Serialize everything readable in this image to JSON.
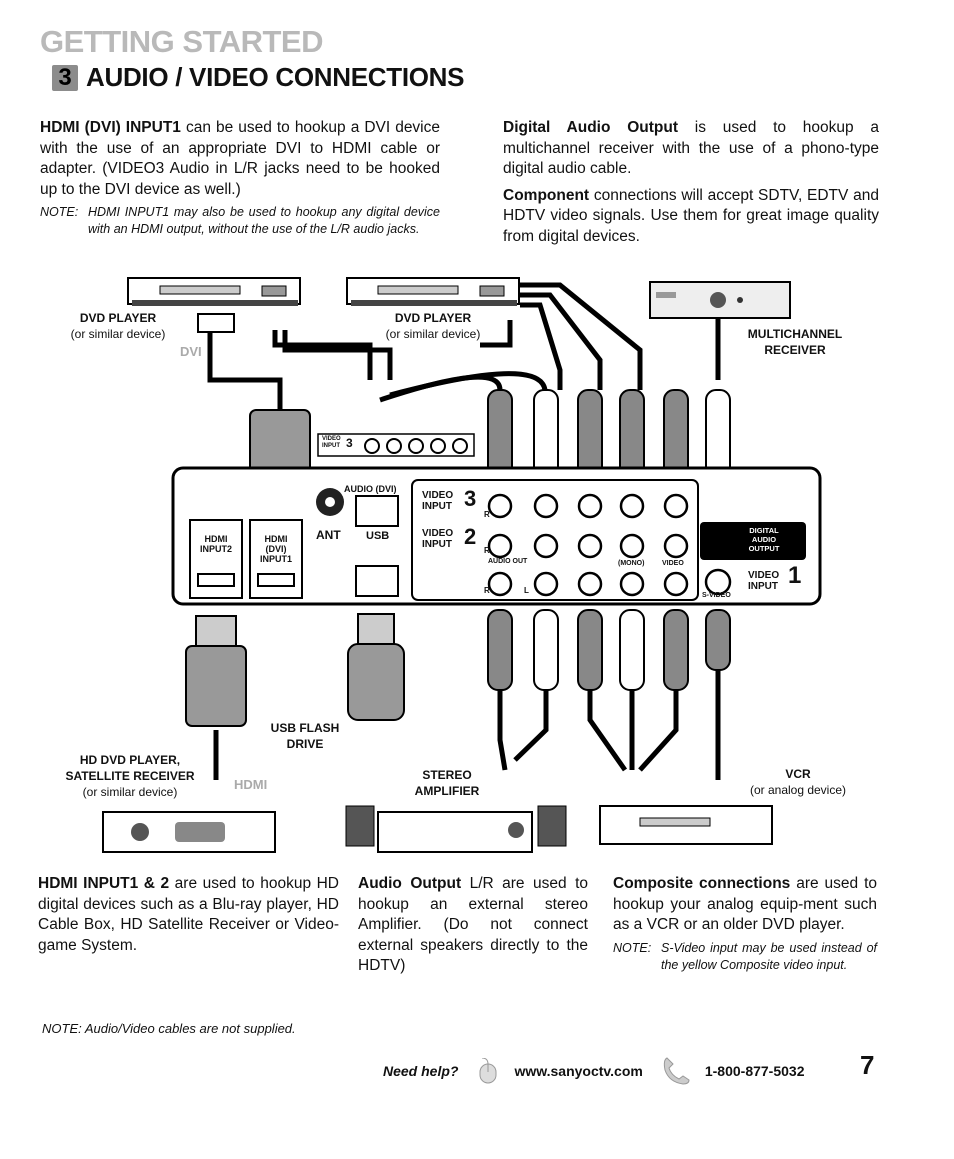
{
  "header": {
    "section": "GETTING STARTED",
    "step": "3",
    "title": "AUDIO / VIDEO CONNECTIONS"
  },
  "intro": {
    "hdmi_dvi_bold": "HDMI (DVI) INPUT1",
    "hdmi_dvi_text": " can be used to hookup a DVI device with the use of an appropriate DVI to HDMI cable or adapter. (VIDEO3 Audio in L/R jacks need to be hooked up to the DVI device as well.)",
    "hdmi_note_label": "NOTE:",
    "hdmi_note_text": "HDMI INPUT1 may also be used to hookup any digital device with an HDMI output, without the use of the L/R audio jacks.",
    "digital_bold": "Digital Audio Output",
    "digital_text": " is used to hookup a multichannel receiver with the use of a phono-type digital audio cable.",
    "component_bold": "Component",
    "component_text": " connections will accept SDTV, EDTV and HDTV video signals. Use them for great image quality from digital devices."
  },
  "diagram": {
    "dvd_left": {
      "name": "DVD PLAYER",
      "sub": "(or similar device)"
    },
    "dvd_center": {
      "name": "DVD PLAYER",
      "sub": "(or similar device)"
    },
    "receiver": {
      "line1": "MULTICHANNEL",
      "line2": "RECEIVER"
    },
    "dvi_tag": "DVI",
    "hdmi_tag": "HDMI",
    "usb_flash": {
      "line1": "USB FLASH",
      "line2": "DRIVE"
    },
    "hd_dvd": {
      "line1": "HD DVD PLAYER,",
      "line2": "SATELLITE RECEIVER",
      "sub": "(or similar device)"
    },
    "stereo_amp": {
      "line1": "STEREO",
      "line2": "AMPLIFIER"
    },
    "vcr": {
      "name": "VCR",
      "sub": "(or analog device)"
    },
    "panel": {
      "video_input3_small": "VIDEO INPUT",
      "video_input3_small_num": "3",
      "audio_dvi": "AUDIO (DVI)",
      "ant": "ANT",
      "usb": "USB",
      "hdmi_logo": "HDMI",
      "input2": "INPUT2",
      "dvi": "(DVI)",
      "input1": "INPUT1",
      "video_input": "VIDEO INPUT",
      "num3": "3",
      "num2": "2",
      "num1": "1",
      "r": "R",
      "l": "L",
      "audio_out": "AUDIO OUT",
      "mono": "(MONO)",
      "video": "VIDEO",
      "digital_audio_output": [
        "DIGITAL",
        "AUDIO",
        "OUTPUT"
      ],
      "s_video": "S-VIDEO"
    }
  },
  "bottom": {
    "hdmi12_bold": "HDMI INPUT1 & 2",
    "hdmi12_text": " are used to hookup HD digital devices such as a Blu-ray player, HD Cable Box, HD Satellite Receiver or Video-game System.",
    "audio_bold": "Audio Output",
    "audio_text": " L/R are used to hookup an external stereo Amplifier. (Do not connect external speakers directly to the HDTV)",
    "composite_bold": "Composite connections",
    "composite_text": " are used to hookup your analog equip-ment such as a VCR or an older DVD player.",
    "svideo_note_label": "NOTE:",
    "svideo_note_text": "S-Video input may be used instead of the yellow Composite video input.",
    "cables_note": "NOTE: Audio/Video cables are not supplied."
  },
  "footer": {
    "need_help": "Need help?",
    "website": "www.sanyoctv.com",
    "phone": "1-800-877-5032",
    "page": "7"
  }
}
